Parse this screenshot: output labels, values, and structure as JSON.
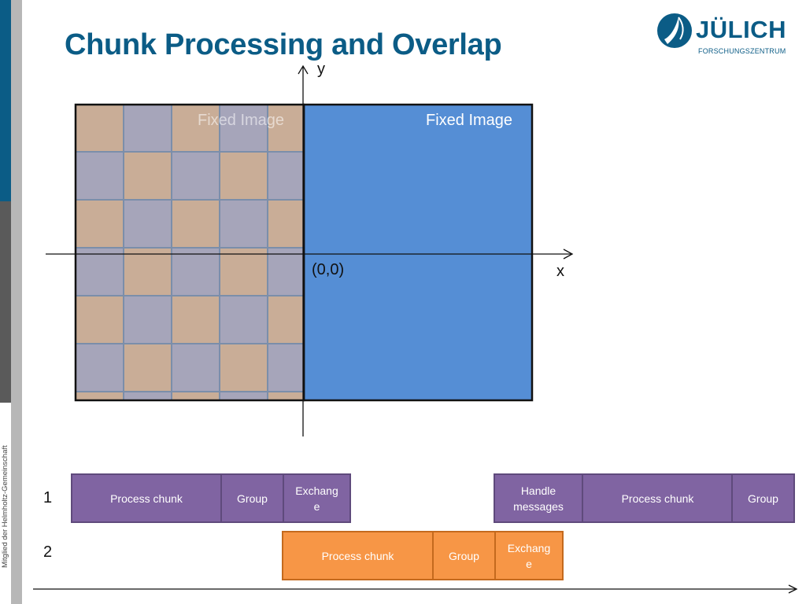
{
  "slide": {
    "title": "Chunk Processing and Overlap",
    "sidebar_text": "Mitglied der Helmholtz-Gemeinschaft"
  },
  "logo": {
    "name": "JÜLICH",
    "subtitle": "FORSCHUNGSZENTRUM"
  },
  "diagram": {
    "axis_y_label": "y",
    "axis_x_label": "x",
    "origin_label": "(0,0)",
    "fixed_image_label_right": "Fixed Image",
    "fixed_image_label_left": "Fixed Image",
    "colors": {
      "fixed_image": "#558ed5",
      "tile_a": "#c9ad97",
      "tile_b": "#a6a5ba",
      "grid_line": "#7b8eaa"
    }
  },
  "timeline": {
    "row1_label": "1",
    "row2_label": "2",
    "row1": [
      {
        "label": "Process chunk"
      },
      {
        "label": "Group"
      },
      {
        "label": "Exchange"
      },
      {
        "label": "Handle messages"
      },
      {
        "label": "Process chunk"
      },
      {
        "label": "Group"
      }
    ],
    "row2": [
      {
        "label": "Process chunk"
      },
      {
        "label": "Group"
      },
      {
        "label": "Exchange"
      }
    ],
    "colors": {
      "process_1": "#8064a2",
      "process_2": "#f79646"
    }
  }
}
